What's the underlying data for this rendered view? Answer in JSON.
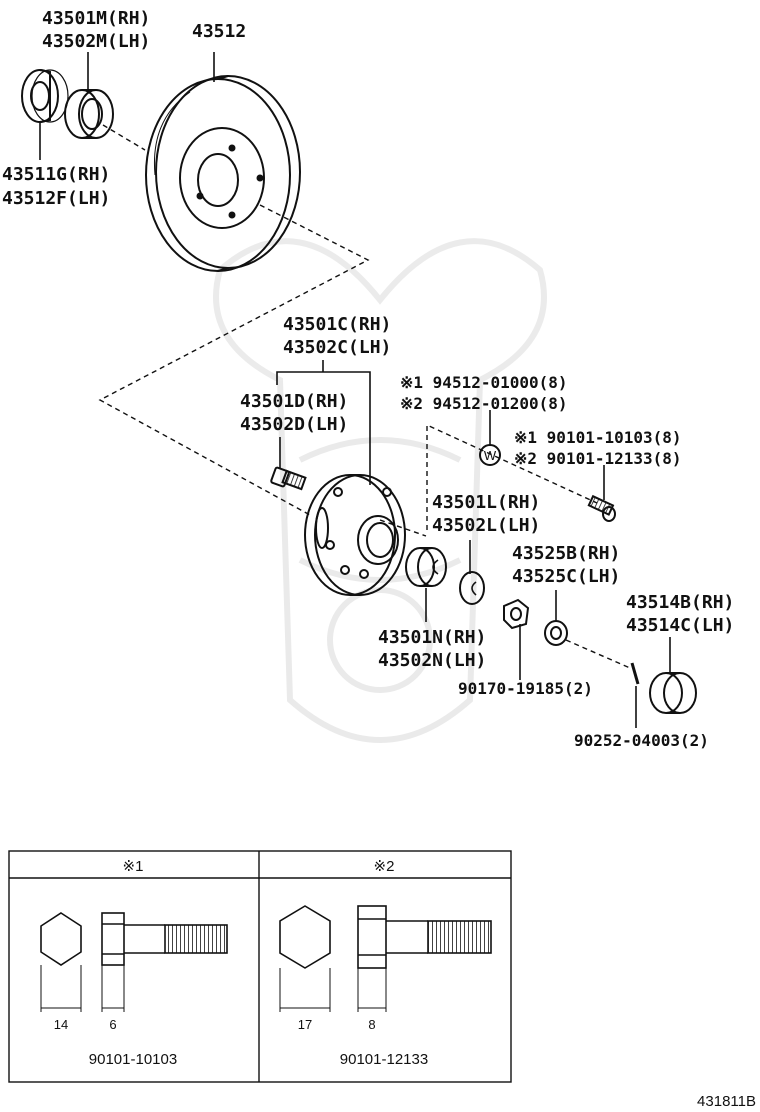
{
  "labels": {
    "p43501M": "43501M(RH)",
    "p43502M": "43502M(LH)",
    "p43512": "43512",
    "p43511G": "43511G(RH)",
    "p43512F": "43512F(LH)",
    "p43501C": "43501C(RH)",
    "p43502C": "43502C(LH)",
    "p43501D": "43501D(RH)",
    "p43502D": "43502D(LH)",
    "p94512_1": "※1 94512-01000(8)",
    "p94512_2": "※2 94512-01200(8)",
    "p90101_1": "※1 90101-10103(8)",
    "p90101_2": "※2 90101-12133(8)",
    "p43501L": "43501L(RH)",
    "p43502L": "43502L(LH)",
    "p43525B": "43525B(RH)",
    "p43525C": "43525C(LH)",
    "p43514B": "43514B(RH)",
    "p43514C": "43514C(LH)",
    "p43501N": "43501N(RH)",
    "p43502N": "43502N(LH)",
    "p90170": "90170-19185(2)",
    "p90252": "90252-04003(2)",
    "w_mark": "W"
  },
  "table": {
    "col1_header": "※1",
    "col2_header": "※2",
    "col1_dim_a": "14",
    "col1_dim_b": "6",
    "col2_dim_a": "17",
    "col2_dim_b": "8",
    "col1_part": "90101-10103",
    "col2_part": "90101-12133"
  },
  "figure_id": "431811B"
}
